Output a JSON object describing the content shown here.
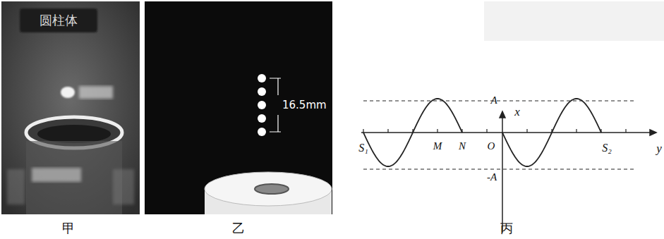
{
  "diagram": {
    "labels": [
      "圆柱体",
      "16.5mm",
      "甲",
      "乙",
      "x",
      "A",
      "S₁",
      "M",
      "N",
      "O",
      "-A",
      "S₂",
      "y",
      "丙"
    ]
  }
}
